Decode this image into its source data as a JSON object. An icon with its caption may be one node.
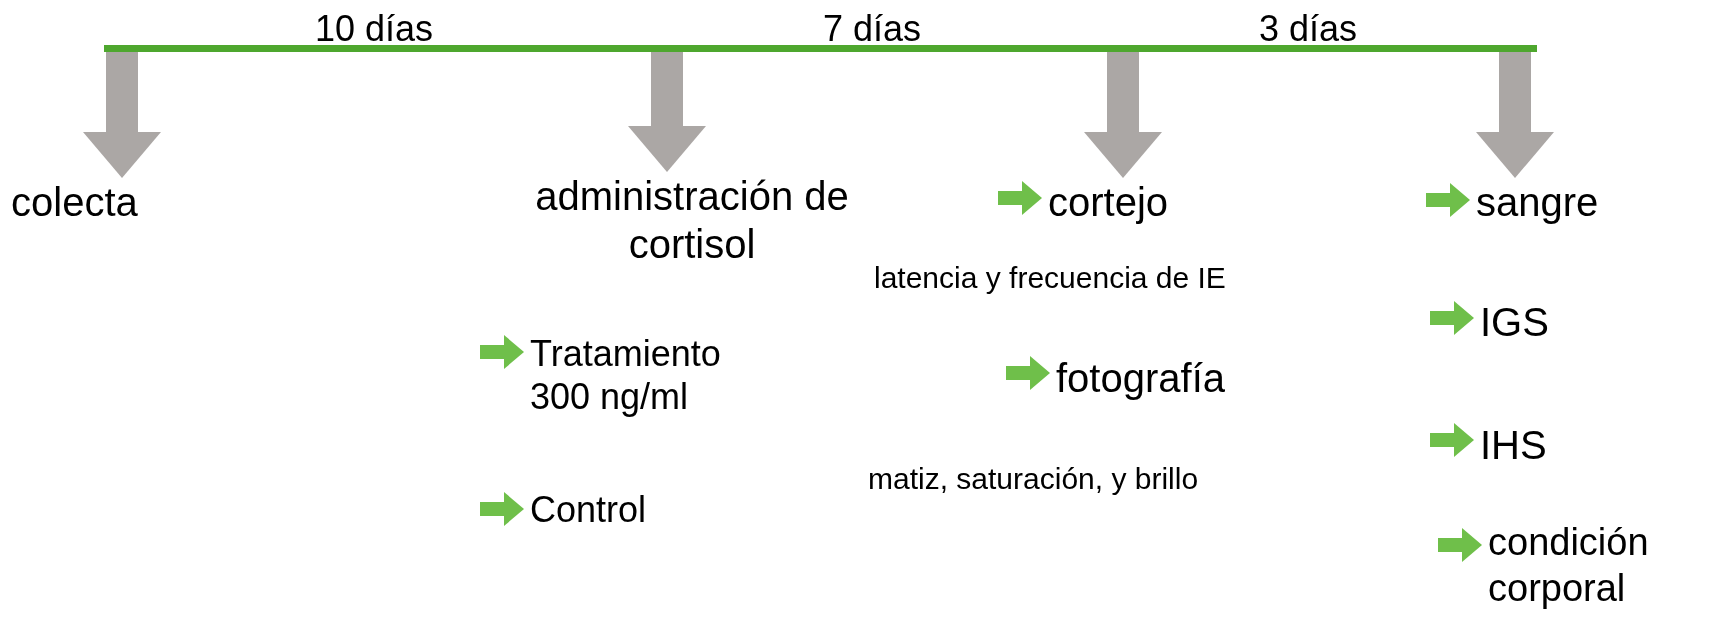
{
  "diagram": {
    "nodes": [
      {
        "text": [],
        "shape": "bar"
      },
      {
        "text": [
          "colecta"
        ]
      },
      {
        "text": [
          "administración de cortisol"
        ]
      },
      {
        "text": [
          "cortejo"
        ],
        "beside": [
          "latencia y frecuencia de IE"
        ]
      },
      {
        "text": [
          "sangre"
        ]
      },
      {
        "text": [
          "Tratamiento 300 ng/ml"
        ]
      },
      {
        "text": [
          "Control"
        ]
      },
      {
        "text": [
          "fotografía"
        ],
        "beside": [
          "matiz, saturación, y brillo"
        ]
      },
      {
        "text": [
          "IGS"
        ]
      },
      {
        "text": [
          "IHS"
        ]
      },
      {
        "text": [
          "condición corporal"
        ]
      }
    ],
    "edges": [
      {
        "from": 0,
        "to": 1,
        "arrow": "to",
        "color": "#aba7a5"
      },
      {
        "from": 0,
        "to": 2,
        "arrow": "to",
        "color": "#aba7a5"
      },
      {
        "from": 0,
        "to": 3,
        "arrow": "to",
        "color": "#aba7a5"
      },
      {
        "from": 0,
        "to": 4,
        "arrow": "to",
        "color": "#aba7a5"
      },
      {
        "from": null,
        "to": 5,
        "arrow": "to"
      },
      {
        "from": null,
        "to": 6,
        "arrow": "to"
      },
      {
        "from": null,
        "to": 3,
        "arrow": "to"
      },
      {
        "from": null,
        "to": 7,
        "arrow": "to"
      },
      {
        "from": null,
        "to": 4,
        "arrow": "to"
      },
      {
        "from": null,
        "to": 8,
        "arrow": "to"
      },
      {
        "from": null,
        "to": 9,
        "arrow": "to"
      },
      {
        "from": null,
        "to": 10,
        "arrow": "to"
      }
    ],
    "labels": [
      "10 días",
      "7 días",
      "3 días"
    ]
  }
}
